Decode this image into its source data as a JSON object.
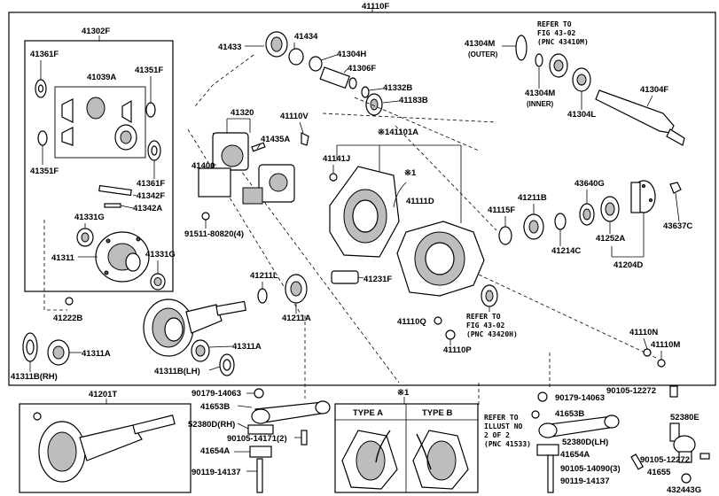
{
  "labels": {
    "l41110F": "41110F",
    "l41302F": "41302F",
    "l41361F_a": "41361F",
    "l41039A": "41039A",
    "l41351F_a": "41351F",
    "l41351F_b": "41351F",
    "l41361F_b": "41361F",
    "l41342F": "41342F",
    "l41342A": "41342A",
    "l41331G_a": "41331G",
    "l41311": "41311",
    "l41331G_b": "41331G",
    "l41222B": "41222B",
    "l41433": "41433",
    "l41434": "41434",
    "l41304H": "41304H",
    "l41306F": "41306F",
    "l41332B": "41332B",
    "l41183B": "41183B",
    "l41320": "41320",
    "l41110V": "41110V",
    "l41435A": "41435A",
    "l41400": "41400",
    "l91511": "91511-80820(4)",
    "l41101A": "※141101A",
    "l41141J": "41141J",
    "l_star1": "※1",
    "l41111D": "41111D",
    "l41304M_a": "41304M",
    "l_outer": "(OUTER)",
    "l41304M_b": "41304M",
    "l_inner": "(INNER)",
    "l41304L": "41304L",
    "l41304F": "41304F",
    "l41115F": "41115F",
    "l41211B": "41211B",
    "l43640G": "43640G",
    "l43637C": "43637C",
    "l41214C": "41214C",
    "l41252A": "41252A",
    "l41204D": "41204D",
    "l41211L": "41211L",
    "l41231F": "41231F",
    "l41211A": "41211A",
    "l41110Q": "41110Q",
    "l41110P": "41110P",
    "l41311A": "41311A",
    "l41311B_rh": "41311B(RH)",
    "l41311B_lh": "41311B(LH)",
    "l41110N": "41110N",
    "l41110M": "41110M",
    "l41201T": "41201T",
    "l90179_a": "90179-14063",
    "l41653B_a": "41653B",
    "l52380D_rh": "52380D(RH)",
    "l90105_a": "90105-14171(2)",
    "l41654A_a": "41654A",
    "l90119_a": "90119-14137",
    "l_star1_b": "※1",
    "l_type_a": "TYPE A",
    "l_type_b": "TYPE B",
    "l90179_b": "90179-14063",
    "l41653B_b": "41653B",
    "l52380D_lh": "52380D(LH)",
    "l41654A_b": "41654A",
    "l90105_b": "90105-14090(3)",
    "l90119_b": "90119-14137",
    "l90105_c": "90105-12272",
    "l52380E": "52380E",
    "l90105_d": "90105-12272",
    "l41655": "41655",
    "l_code": "432443G"
  },
  "refs": {
    "ref1_l1": "REFER TO",
    "ref1_l2": "FIG 43-02",
    "ref1_l3": "(PNC 43410M)",
    "ref2_l1": "REFER TO",
    "ref2_l2": "FIG 43-02",
    "ref2_l3": "(PNC 43420H)",
    "ref3_l1": "REFER TO",
    "ref3_l2": "ILLUST NO",
    "ref3_l3": "2 OF 2",
    "ref3_l4": "(PNC 41533)"
  }
}
